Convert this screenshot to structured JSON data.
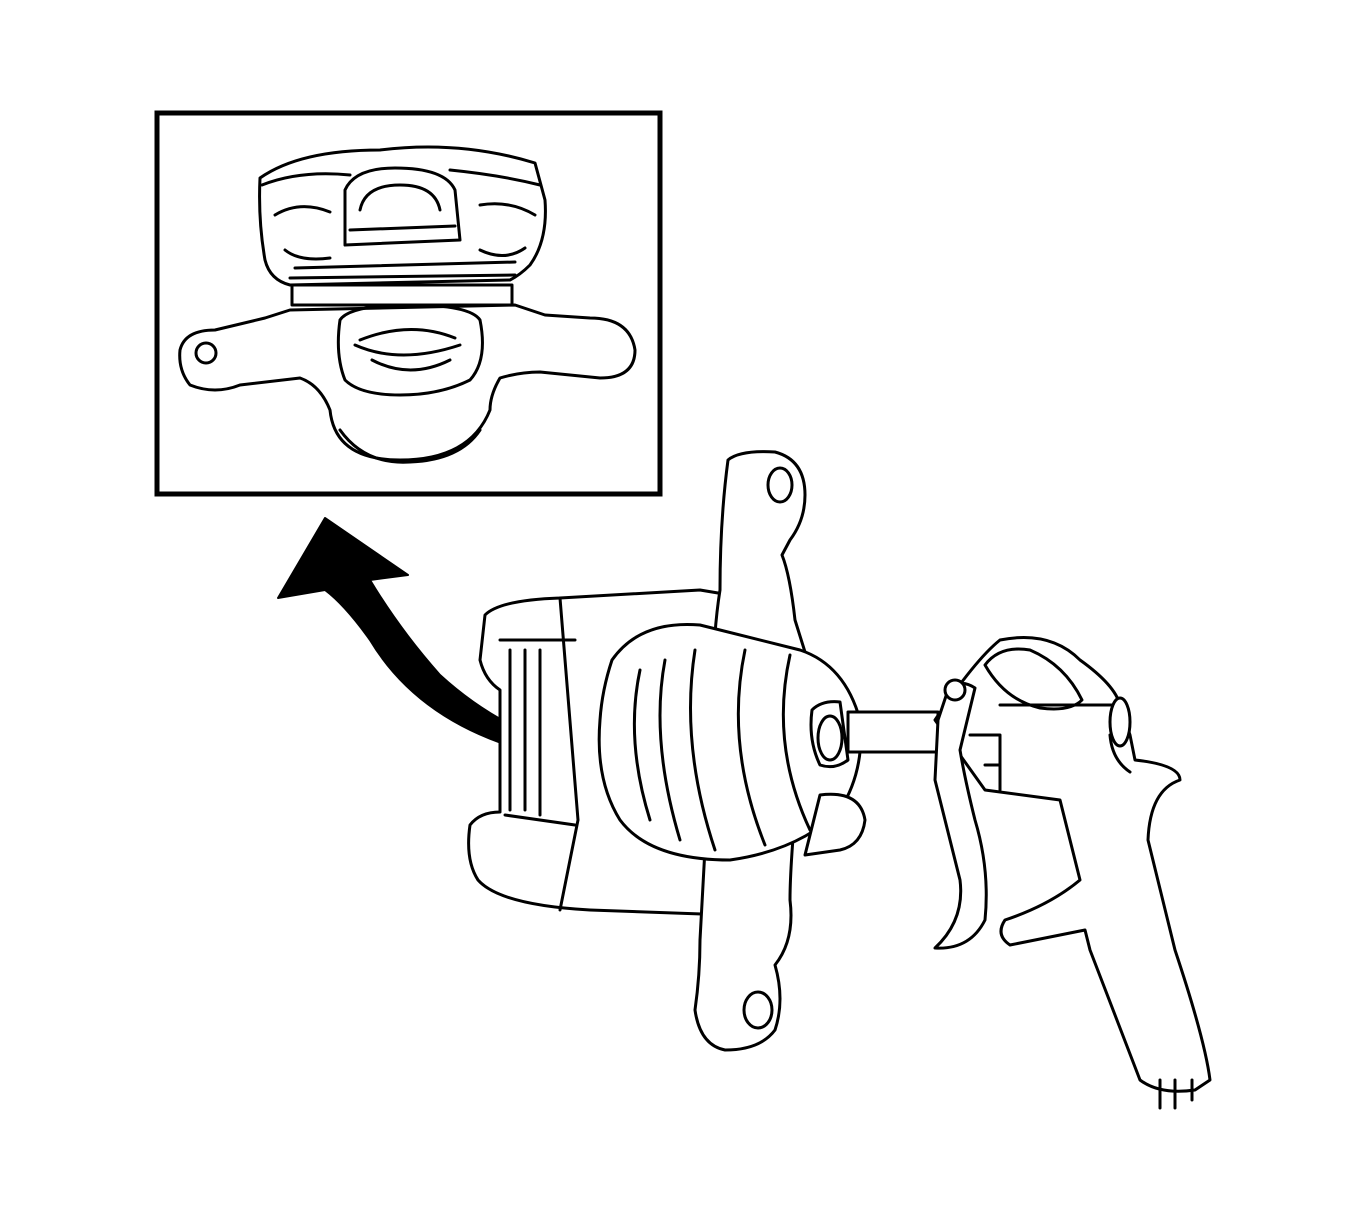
{
  "figure": {
    "caption": "",
    "parts": [
      {
        "id": "detail-inset",
        "icon": "caliper-piston-detail"
      },
      {
        "id": "direction-arrow",
        "icon": "curved-arrow"
      },
      {
        "id": "brake-caliper",
        "icon": "caliper"
      },
      {
        "id": "air-gun",
        "icon": "air-blow-gun"
      }
    ]
  }
}
